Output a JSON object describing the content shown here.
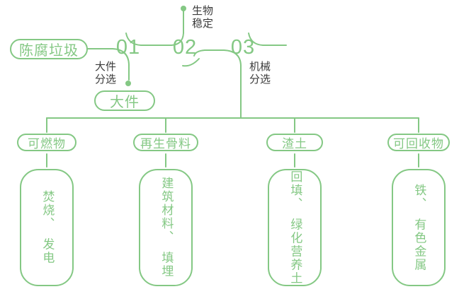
{
  "palette": {
    "green": "#84c884",
    "dark": "#3b3b3b",
    "background": "#ffffff"
  },
  "source_pill": "陈腐垃圾",
  "steps": [
    {
      "number": "01",
      "label": "大件\n分选",
      "output_pill": "大件"
    },
    {
      "number": "02",
      "label": "生物\n稳定"
    },
    {
      "number": "03",
      "label": "机械\n分选"
    }
  ],
  "branches": [
    {
      "pill": "可燃物",
      "box": "焚烧、　发电"
    },
    {
      "pill": "再生骨料",
      "box": "建筑材料、　填埋"
    },
    {
      "pill": "渣土",
      "box": "回填、　绿化营养土"
    },
    {
      "pill": "可回收物",
      "box": "铁、　有色金属"
    }
  ]
}
